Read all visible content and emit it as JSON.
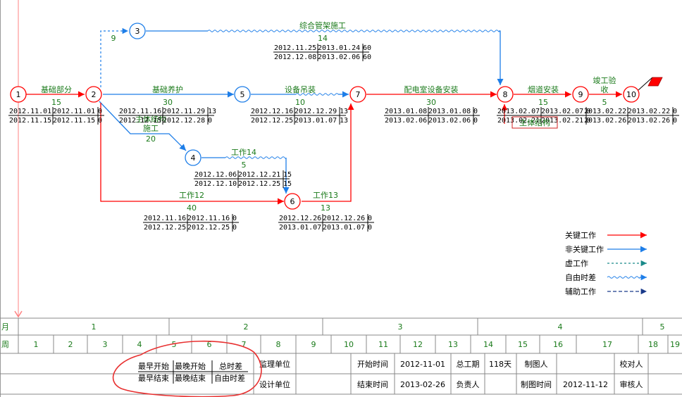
{
  "nodes": [
    {
      "id": "1",
      "critical": true
    },
    {
      "id": "2",
      "critical": true
    },
    {
      "id": "3",
      "critical": false
    },
    {
      "id": "4",
      "critical": false
    },
    {
      "id": "5",
      "critical": false
    },
    {
      "id": "6",
      "critical": true
    },
    {
      "id": "7",
      "critical": true
    },
    {
      "id": "8",
      "critical": true
    },
    {
      "id": "9",
      "critical": true
    },
    {
      "id": "10",
      "critical": true
    }
  ],
  "activities": [
    {
      "key": "a12",
      "name": "基础部分",
      "duration": "15",
      "es": "2012.11.01",
      "ls": "2012.11.01",
      "tf": "0",
      "ef": "2012.11.15",
      "lf": "2012.11.15",
      "ff": "0",
      "type": "critical"
    },
    {
      "key": "a25",
      "name": "基础养护",
      "duration": "30",
      "es": "2012.11.16",
      "ls": "2012.11.29",
      "tf": "13",
      "ef": "2012.12.15",
      "lf": "2012.12.28",
      "ff": "0",
      "type": "noncritical"
    },
    {
      "key": "a24",
      "name": "主体结构施工",
      "duration": "20",
      "type": "noncritical"
    },
    {
      "key": "a26",
      "name": "工作12",
      "duration": "40",
      "es": "2012.11.16",
      "ls": "2012.11.16",
      "tf": "0",
      "ef": "2012.12.25",
      "lf": "2012.12.25",
      "ff": "0",
      "type": "critical"
    },
    {
      "key": "a23",
      "name": "",
      "duration": "9",
      "type": "dummy"
    },
    {
      "key": "a38",
      "name": "综合管架施工",
      "duration": "14",
      "es": "2012.11.25",
      "ls": "2013.01.24",
      "tf": "60",
      "ef": "2012.12.08",
      "lf": "2013.02.06",
      "ff": "60",
      "type": "noncritical"
    },
    {
      "key": "a46",
      "name": "工作14",
      "duration": "5",
      "es": "2012.12.06",
      "ls": "2012.12.21",
      "tf": "15",
      "ef": "2012.12.10",
      "lf": "2012.12.25",
      "ff": "15",
      "type": "noncritical"
    },
    {
      "key": "a57",
      "name": "设备吊装",
      "duration": "10",
      "es": "2012.12.16",
      "ls": "2012.12.29",
      "tf": "13",
      "ef": "2012.12.25",
      "lf": "2013.01.07",
      "ff": "13",
      "type": "noncritical"
    },
    {
      "key": "a67",
      "name": "工作13",
      "duration": "13",
      "es": "2012.12.26",
      "ls": "2012.12.26",
      "tf": "0",
      "ef": "2013.01.07",
      "lf": "2013.01.07",
      "ff": "0",
      "type": "critical"
    },
    {
      "key": "a78",
      "name": "配电室设备安装",
      "duration": "30",
      "es": "2013.01.08",
      "ls": "2013.01.08",
      "tf": "0",
      "ef": "2013.02.06",
      "lf": "2013.02.06",
      "ff": "0",
      "type": "critical"
    },
    {
      "key": "a89",
      "name": "烟道安装",
      "duration": "15",
      "es": "2013.02.07",
      "ls": "2013.02.07",
      "tf": "0",
      "ef": "2013.02.21",
      "lf": "2013.02.21",
      "ff": "0",
      "type": "critical",
      "label_boxed": "主体结构"
    },
    {
      "key": "a910",
      "name": "竣工验收",
      "duration": "5",
      "es": "2013.02.22",
      "ls": "2013.02.22",
      "tf": "0",
      "ef": "2013.02.26",
      "lf": "2013.02.26",
      "ff": "0",
      "type": "critical"
    }
  ],
  "legend": [
    {
      "label": "关键工作",
      "style": "critical"
    },
    {
      "label": "非关键工作",
      "style": "noncritical"
    },
    {
      "label": "虚工作",
      "style": "dummy"
    },
    {
      "label": "自由时差",
      "style": "freefloat"
    },
    {
      "label": "辅助工作",
      "style": "auxiliary"
    }
  ],
  "timescale": {
    "month_label": "月",
    "week_label": "周",
    "months": [
      "1",
      "2",
      "3",
      "4",
      "5"
    ],
    "weeks": [
      "1",
      "2",
      "3",
      "4",
      "5",
      "6",
      "7",
      "8",
      "9",
      "10",
      "11",
      "12",
      "13",
      "14",
      "15",
      "16",
      "17",
      "18",
      "19"
    ]
  },
  "key_box": {
    "r1": [
      "最早开始",
      "最晚开始",
      "总时差"
    ],
    "r2": [
      "最早结束",
      "最晚结束",
      "自由时差"
    ]
  },
  "footer": {
    "supervise_label": "监理单位",
    "design_label": "设计单位",
    "start_label": "开始时间",
    "start_value": "2012-11-01",
    "end_label": "结束时间",
    "end_value": "2013-02-26",
    "total_label": "总工期",
    "total_value": "118天",
    "leader_label": "负责人",
    "drafter_label": "制图人",
    "draft_time_label": "制图时间",
    "draft_time_value": "2012-11-12",
    "checker_label": "校对人",
    "reviewer_label": "审核人"
  },
  "colors": {
    "critical": "#ff0000",
    "noncritical": "#1e7ee8",
    "dummy": "#1e7ee8",
    "auxiliary": "#1a3a8a",
    "label": "#1a7a1a",
    "highlight": "#e83030"
  }
}
